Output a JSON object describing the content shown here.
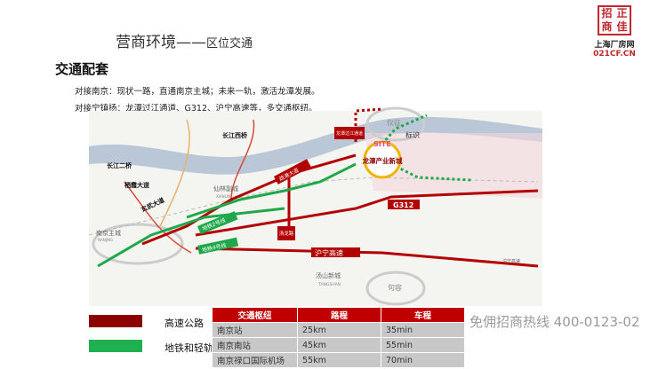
{
  "header": {
    "title": "营商环境——",
    "subtitle": "区位交通"
  },
  "logo": {
    "seal": [
      "招",
      "正",
      "商",
      "佳"
    ],
    "name": "上海厂房网",
    "domain": "021CF.CN"
  },
  "section": {
    "heading": "交通配套",
    "lines": [
      "对接南京：现状一路，直通南京主城；未来一轨，激活龙潭发展。",
      "对接宁镇扬：龙潭过江通道、G312、沪宁高速等，多交通枢纽。"
    ]
  },
  "map": {
    "labels": {
      "cjxq": "长江西桥",
      "cjeq": "长江二桥",
      "qxdd": "栖霞大道",
      "xwdd": "玄武大道",
      "xianlin": "仙林副城",
      "xianlin_en": "XIANLIN",
      "nanjing": "南京主城",
      "nanjing_en": "NANJING",
      "metro2": "地铁2号线",
      "metro4": "地铁4号线",
      "sgdd": "疏港大道",
      "tll": "汤龙路",
      "ltgj": "龙潭过江通道",
      "site": "SITE",
      "center": "龙潭产业新城",
      "yizheng": "仪征",
      "biaoshi": "标识",
      "g312": "G312",
      "hnhs": "沪宁高速",
      "hnhs_small": "沪宁高速",
      "tangshan": "汤山新城",
      "tangshan_en": "TANGSHAN",
      "jurong": "句容"
    },
    "colors": {
      "highway": "#b30000",
      "metro": "#1fa84a",
      "river": "#b9c7d6"
    }
  },
  "legend": [
    {
      "label": "高速公路",
      "color": "#8b0000"
    },
    {
      "label": "地铁和轻轨",
      "color": "#1fb14f"
    }
  ],
  "table": {
    "headers": [
      "交通枢纽",
      "路程",
      "车程"
    ],
    "rows": [
      [
        "南京站",
        "25km",
        "35min"
      ],
      [
        "南京南站",
        "45km",
        "55min"
      ],
      [
        "南京禄口国际机场",
        "55km",
        "70min"
      ]
    ]
  },
  "watermark": "免佣招商热线 400-0123-02"
}
